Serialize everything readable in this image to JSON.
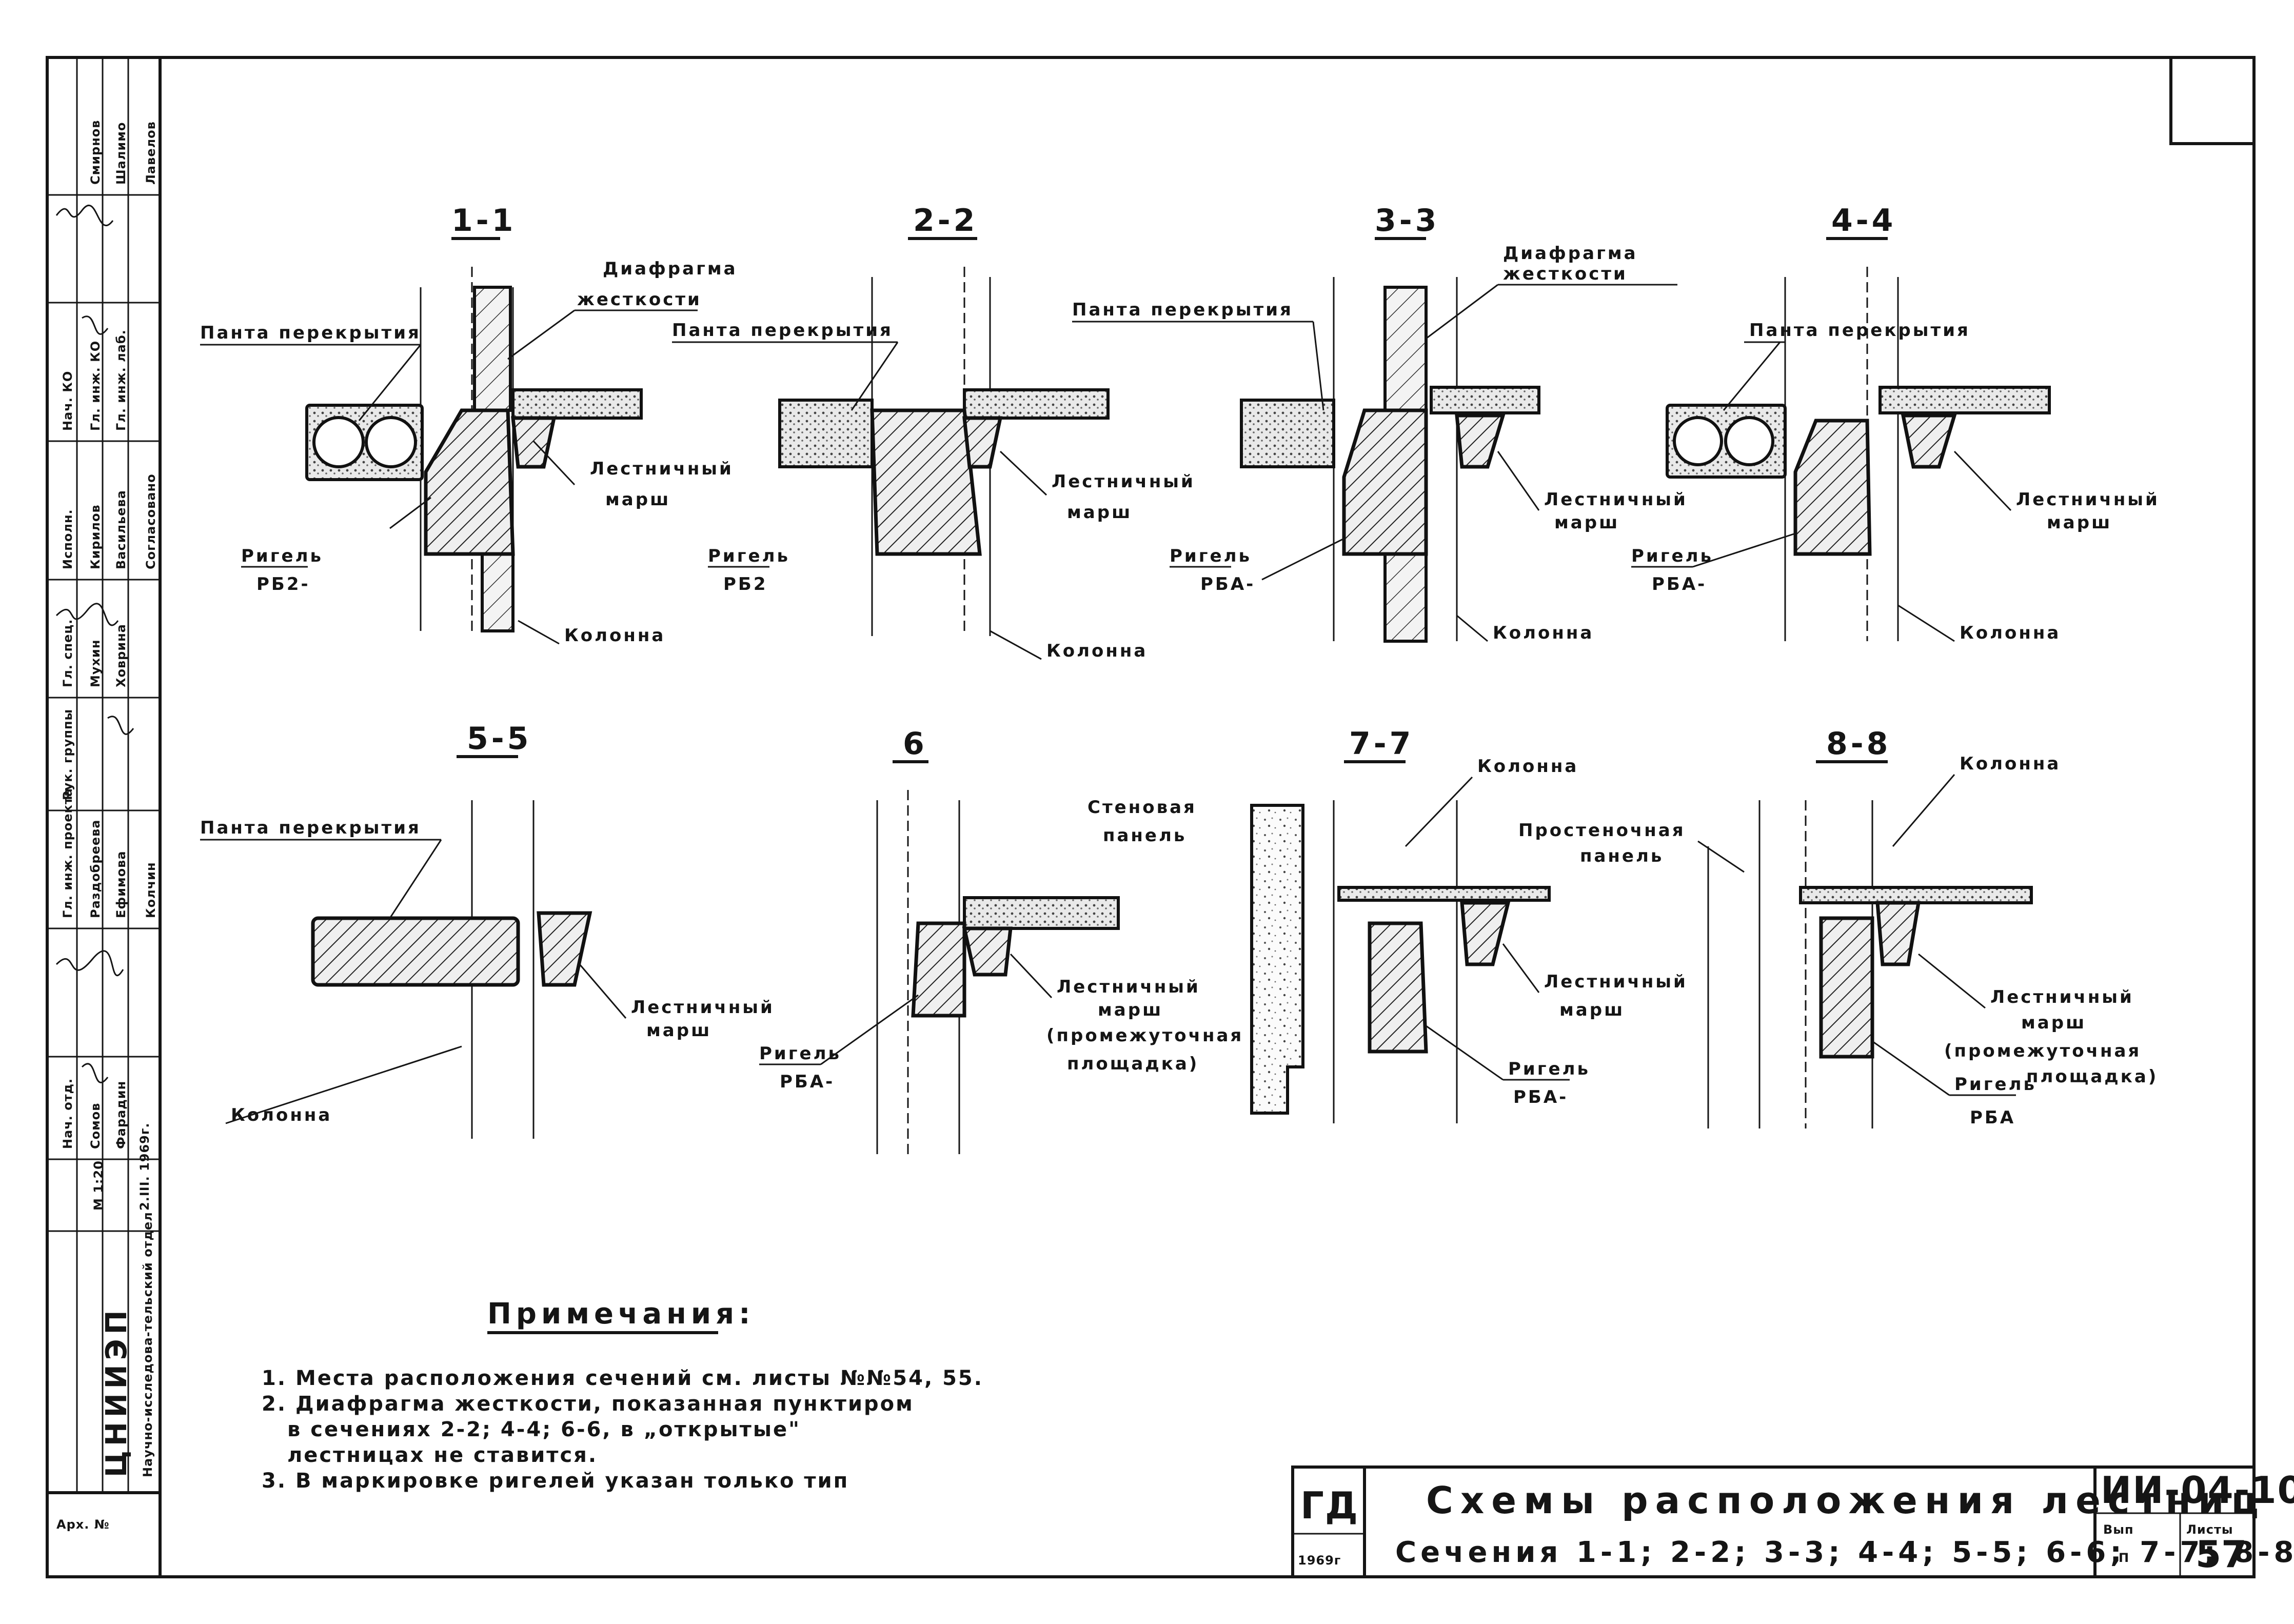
{
  "sections": {
    "s1": {
      "title": "1-1",
      "diaphragm": "Диафрагма",
      "diaphragm2": "жесткости",
      "slab": "Панта перекрытия",
      "stair": "Лестничный",
      "stair2": "марш",
      "beam": "Ригель",
      "beam_mark": "РБ2-",
      "column": "Колонна"
    },
    "s2": {
      "title": "2-2",
      "slab": "Панта перекрытия",
      "stair": "Лестничный",
      "stair2": "марш",
      "beam": "Ригель",
      "beam_mark": "РБ2",
      "column": "Колонна"
    },
    "s3": {
      "title": "3-3",
      "diaphragm": "Диафрагма",
      "diaphragm2": "жесткости",
      "slab": "Панта перекрытия",
      "stair": "Лестничный",
      "stair2": "марш",
      "beam": "Ригель",
      "beam_mark": "РБА-",
      "column": "Колонна"
    },
    "s4": {
      "title": "4-4",
      "slab": "Панта перекрытия",
      "stair": "Лестничный",
      "stair2": "марш",
      "beam": "Ригель",
      "beam_mark": "РБА-",
      "column": "Колонна"
    },
    "s5": {
      "title": "5-5",
      "slab": "Панта перекрытия",
      "stair": "Лестничный",
      "stair2": "марш",
      "column": "Колонна"
    },
    "s6": {
      "title": "6",
      "wall": "Стеновая",
      "wall2": "панель",
      "stair": "Лестничный",
      "stair2": "марш",
      "landing": "(промежуточная",
      "landing2": "площадка)",
      "beam": "Ригель",
      "beam_mark": "РБА-"
    },
    "s7": {
      "title": "7-7",
      "column": "Колонна",
      "stair": "Лестничный",
      "stair2": "марш",
      "beam": "Ригель",
      "beam_mark": "РБА-"
    },
    "s8": {
      "title": "8-8",
      "column": "Колонна",
      "pier": "Простеночная",
      "pier2": "панель",
      "stair": "Лестничный",
      "stair2": "марш",
      "landing": "(промежуточная",
      "landing2": "площадка)",
      "beam": "Ригель",
      "beam_mark": "РБА"
    }
  },
  "notes": {
    "heading": "Примечания:",
    "n1": "1. Места расположения сечений см. листы №№54, 55.",
    "n2a": "2. Диафрагма жесткости, показанная пунктиром",
    "n2b": "в сечениях 2-2; 4-4; 6-6, в „открытые\"",
    "n2c": "лестницах не ставится.",
    "n3": "3. В маркировке ригелей указан только тип"
  },
  "title_block": {
    "code_prefix": "ГД",
    "year": "1969г",
    "title_line1": "Схемы расположения лестниц",
    "title_line2": "Сечения 1-1; 2-2; 3-3; 4-4; 5-5; 6-6; 7-7; 8-8",
    "doc_code": "ИИ-04-10",
    "stage_label": "Вып",
    "stage_value": "П",
    "sheet_label": "Листы",
    "sheet_value": "57"
  },
  "side_stamp": {
    "org": "ЦНИИЭП",
    "org_dept": "Научно-исследова-тельский отдел",
    "date": "2.III. 1969г.",
    "scale": "М 1:20",
    "archive": "Арх. №",
    "roles": [
      "Нач. отд.",
      "Гл. инж. проекта",
      "Рук. группы",
      "Гл. спец.",
      "Исполн.",
      "Согласовано",
      "Нач. КО",
      "Гл. инж. КО",
      "Гл. инж. лаб."
    ],
    "names": [
      "Смирнов",
      "Шалимо",
      "Лавелов",
      "Мухин",
      "Ховрина",
      "Кирилов",
      "Васильева",
      "Раздобреева",
      "Ефимова",
      "Колчин",
      "Сомов",
      "Фарадин"
    ]
  }
}
